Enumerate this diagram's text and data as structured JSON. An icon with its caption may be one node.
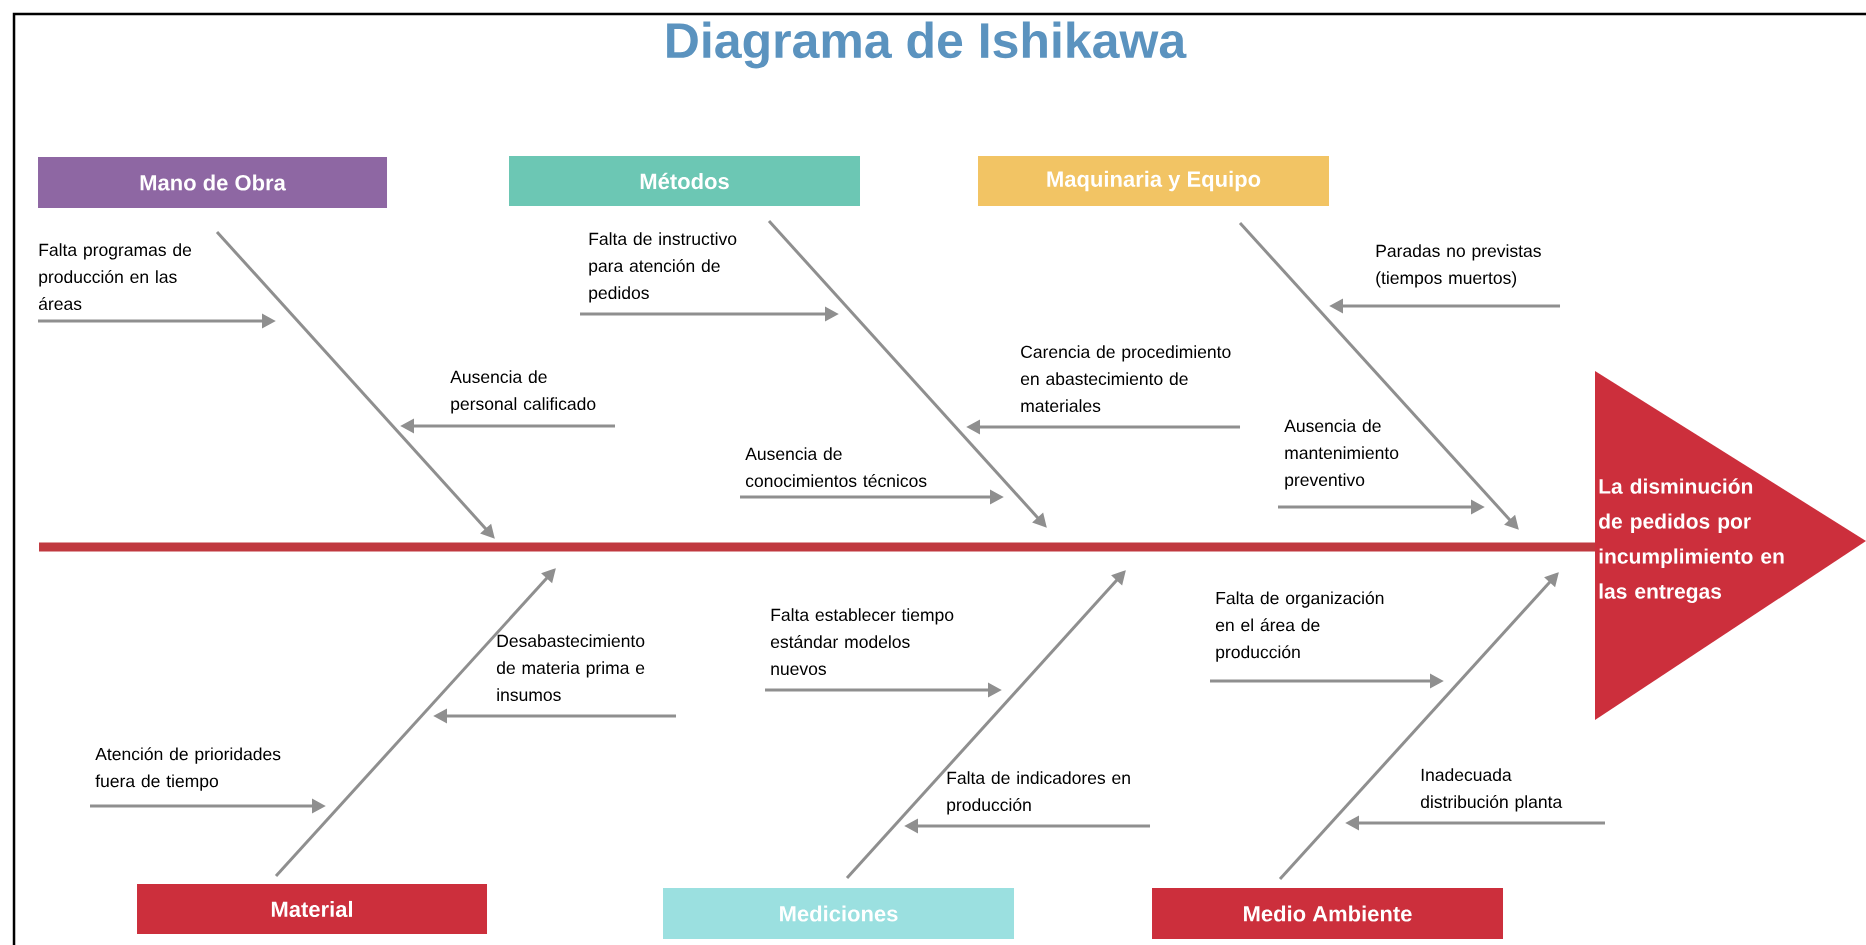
{
  "diagram": {
    "title": "Diagrama de Ishikawa",
    "nodes": [
      {
        "text": [
          "Mano de Obra"
        ]
      },
      {
        "text": [
          "Métodos"
        ]
      },
      {
        "text": [
          "Maquinaria y Equipo"
        ]
      },
      {
        "text": [
          "Material"
        ]
      },
      {
        "text": [
          "Mediciones"
        ]
      },
      {
        "text": [
          "Medio Ambiente"
        ]
      },
      {
        "text": [
          "La disminución de pedidos por incumplimiento en las entregas"
        ]
      },
      {
        "text": [
          "Falta programas de producción en las áreas"
        ]
      },
      {
        "text": [
          "Ausencia de personal calificado"
        ]
      },
      {
        "text": [
          "Falta de instructivo para atención de pedidos"
        ]
      },
      {
        "text": [
          "Ausencia de conocimientos técnicos"
        ]
      },
      {
        "text": [
          "Carencia de procedimiento en abastecimiento de materiales"
        ]
      },
      {
        "text": [
          "Paradas no previstas (tiempos muertos)"
        ]
      },
      {
        "text": [
          "Ausencia de mantenimiento preventivo"
        ]
      },
      {
        "text": [
          "Desabastecimiento de materia prima e insumos"
        ]
      },
      {
        "text": [
          "Atención de prioridades fuera de tiempo"
        ]
      },
      {
        "text": [
          "Falta establecer tiempo estándar modelos nuevos"
        ]
      },
      {
        "text": [
          "Falta de indicadores en producción"
        ]
      },
      {
        "text": [
          "Falta de organización en el área de producción"
        ]
      },
      {
        "text": [
          "Inadecuada distribución planta"
        ]
      }
    ],
    "edges": [
      {
        "from": null,
        "to": 6,
        "arrow": "none",
        "style": "thick",
        "color": "#c0393f"
      },
      {
        "from": 0,
        "to": null,
        "arrow": "to"
      },
      {
        "from": 1,
        "to": null,
        "arrow": "to"
      },
      {
        "from": 2,
        "to": null,
        "arrow": "to"
      },
      {
        "from": 3,
        "to": null,
        "arrow": "to"
      },
      {
        "from": 4,
        "to": null,
        "arrow": "to"
      },
      {
        "from": 5,
        "to": null,
        "arrow": "to"
      },
      {
        "from": 7,
        "to": null,
        "arrow": "to"
      },
      {
        "from": 8,
        "to": null,
        "arrow": "to"
      },
      {
        "from": 9,
        "to": null,
        "arrow": "to"
      },
      {
        "from": 10,
        "to": null,
        "arrow": "to"
      },
      {
        "from": 11,
        "to": null,
        "arrow": "to"
      },
      {
        "from": 12,
        "to": null,
        "arrow": "to"
      },
      {
        "from": 13,
        "to": null,
        "arrow": "to"
      },
      {
        "from": 14,
        "to": null,
        "arrow": "to"
      },
      {
        "from": 15,
        "to": null,
        "arrow": "to"
      },
      {
        "from": 16,
        "to": null,
        "arrow": "to"
      },
      {
        "from": 17,
        "to": null,
        "arrow": "to"
      },
      {
        "from": 18,
        "to": null,
        "arrow": "to"
      },
      {
        "from": 19,
        "to": null,
        "arrow": "to"
      }
    ]
  }
}
